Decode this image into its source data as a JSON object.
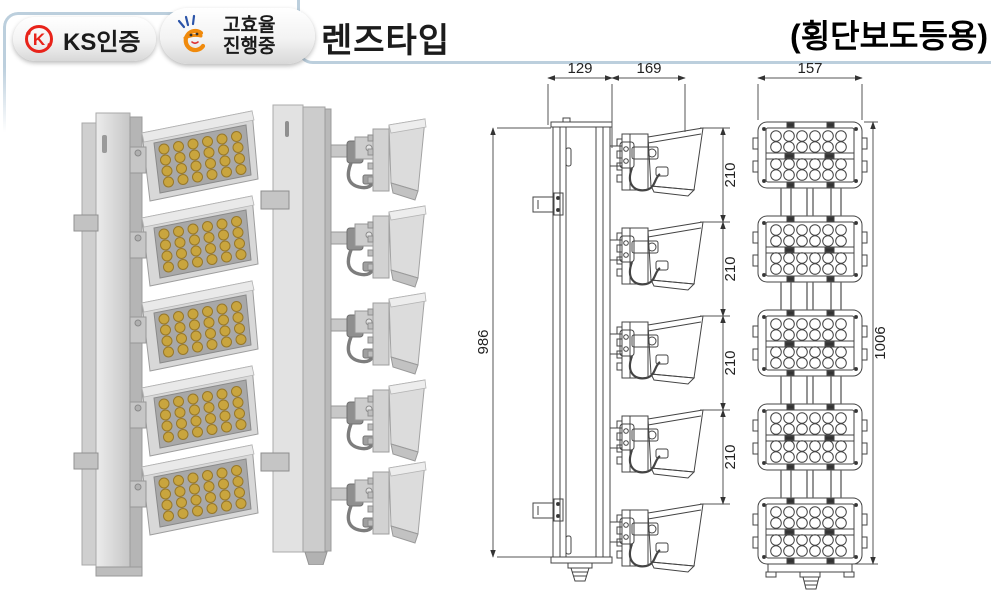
{
  "header": {
    "badges": [
      {
        "icon": "ks-certification-icon",
        "label": "KS인증"
      },
      {
        "icon": "high-efficiency-icon",
        "label_line1": "고효율",
        "label_line2": "진행중"
      }
    ],
    "title": "렌즈타입",
    "subtitle": "(횡단보도등용)"
  },
  "drawing": {
    "side_view": {
      "pole_width_mm": "129",
      "head_depth_mm": "169",
      "overall_height_mm": "986",
      "head_spacing_mm": "210"
    },
    "front_view": {
      "width_mm": "157",
      "overall_height_mm": "1006"
    }
  },
  "colors": {
    "frame_border": "#bccfdd",
    "ks_red": "#e8231a",
    "efficiency_orange": "#f08a0c",
    "efficiency_blue": "#2a53a8",
    "led_amber": "#c9a53e",
    "drawing_line": "#3c3c3c"
  }
}
